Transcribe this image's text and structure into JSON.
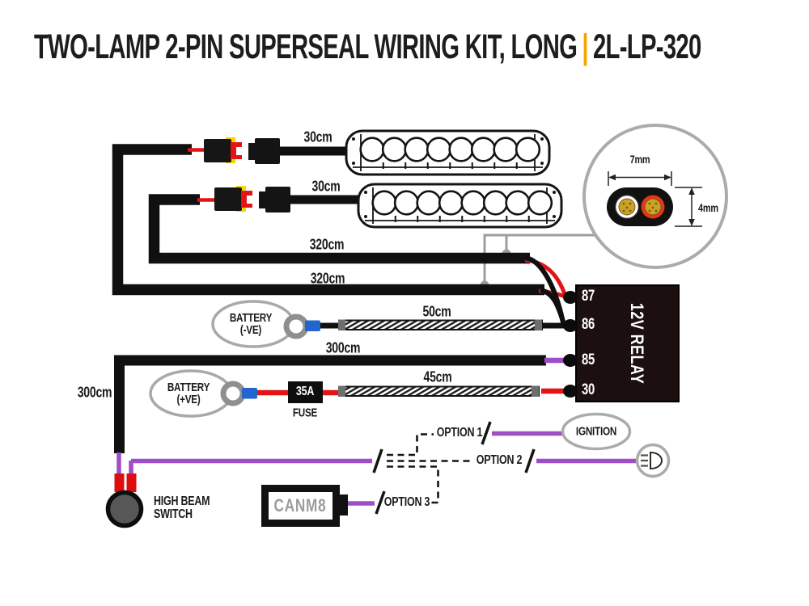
{
  "header": {
    "title": "TWO-LAMP 2-PIN SUPERSEAL WIRING KIT, LONG",
    "separator": "|",
    "product_code": "2L-LP-320"
  },
  "colors": {
    "accent_orange": "#F6A500",
    "wire_purple": "#9E4FC7",
    "wire_red": "#E31414",
    "wire_black": "#101010",
    "outline_gray": "#ABABAB",
    "crimp_blue": "#2166CC",
    "relay_body": "#1C0F0F",
    "copper": "#C9A227"
  },
  "lamps": {
    "lamp1_lead_length": "30cm",
    "lamp2_lead_length": "30cm"
  },
  "wires": {
    "harness_run1_length": "320cm",
    "harness_run2_length": "320cm",
    "ground_sheath_length": "50cm",
    "relay_feed_length": "300cm",
    "switch_feed_length": "300cm",
    "fused_sheath_length": "45cm"
  },
  "battery_negative": {
    "line1": "BATTERY",
    "line2": "(-VE)"
  },
  "battery_positive": {
    "line1": "BATTERY",
    "line2": "(+VE)"
  },
  "fuse": {
    "rating": "35A",
    "label": "FUSE"
  },
  "relay": {
    "label": "12V RELAY",
    "pins": {
      "p87": "87",
      "p86": "86",
      "p85": "85",
      "p30": "30"
    }
  },
  "options": {
    "option1": "OPTION 1",
    "option2": "OPTION 2",
    "option3": "OPTION 3",
    "ignition": "IGNITION",
    "canm8": "CANM8"
  },
  "switch": {
    "line1": "HIGH BEAM",
    "line2": "SWITCH"
  },
  "cable_detail": {
    "width": "7mm",
    "height": "4mm"
  }
}
